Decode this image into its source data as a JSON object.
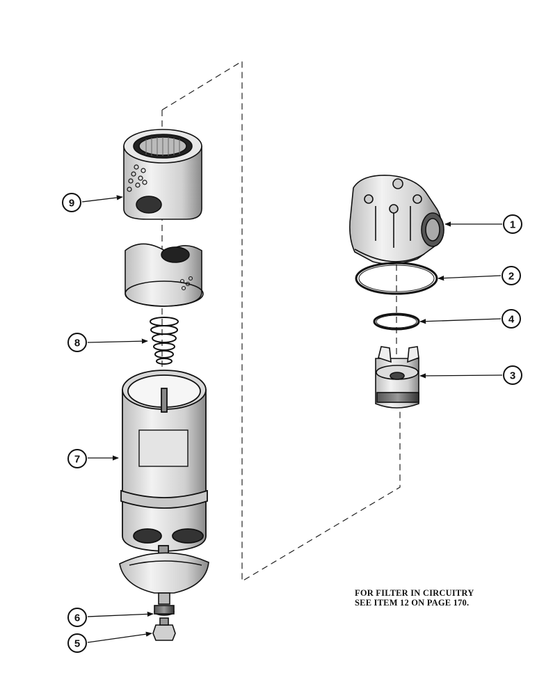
{
  "diagram": {
    "callouts": [
      {
        "label": "1"
      },
      {
        "label": "2"
      },
      {
        "label": "3"
      },
      {
        "label": "4"
      },
      {
        "label": "5"
      },
      {
        "label": "6"
      },
      {
        "label": "7"
      },
      {
        "label": "8"
      },
      {
        "label": "9"
      }
    ],
    "note_line1": "FOR FILTER IN CIRCUITRY",
    "note_line2": "SEE ITEM 12 ON PAGE 170."
  }
}
